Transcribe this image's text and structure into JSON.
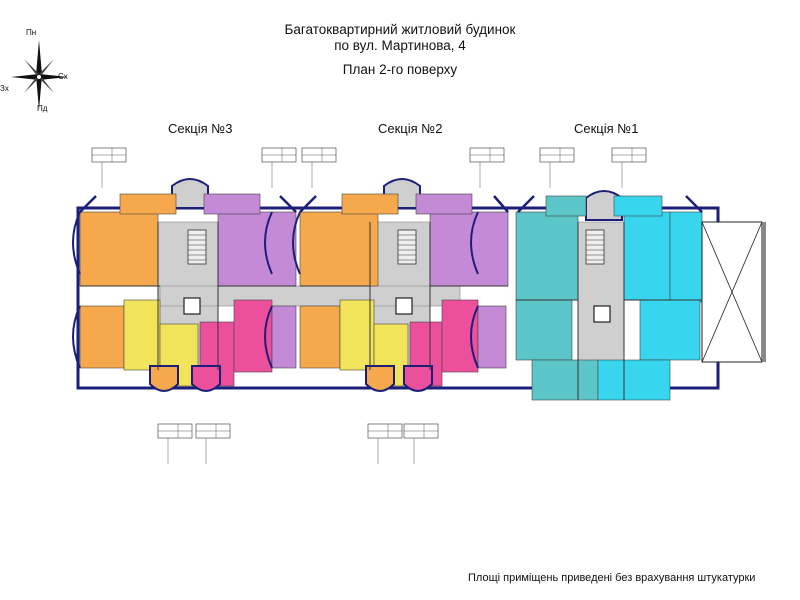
{
  "header": {
    "line1": "Багатоквартирний житловий будинок",
    "line2": "по вул. Мартинова, 4",
    "line3": "План 2-го поверху"
  },
  "sections": [
    {
      "label": "Секція №3"
    },
    {
      "label": "Секція №2"
    },
    {
      "label": "Секція №1"
    }
  ],
  "compass": {
    "north": "Пн",
    "east": "Сх",
    "south": "Пд",
    "west": "Зх"
  },
  "footnote": "Площі приміщень приведені без врахування штукатурки",
  "colors": {
    "orange": "#f5a84c",
    "purple": "#c48ad6",
    "yellow": "#f2e45a",
    "pink": "#ec4f9c",
    "teal": "#5cc5c7",
    "cyan": "#38d6ee",
    "corridor": "#cfcfcf",
    "wall": "#1b1f7a"
  }
}
